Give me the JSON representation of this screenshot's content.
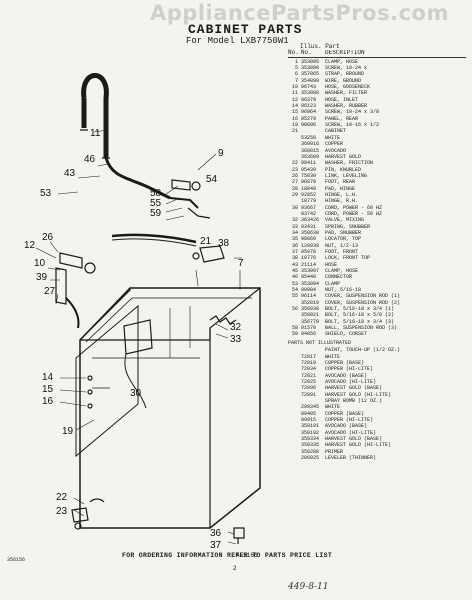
{
  "watermark": "AppliancePartsPros.com",
  "title": "CABINET PARTS",
  "subtitle": "For Model LXB7750W1",
  "diagram_number": "A-5166",
  "callouts": {
    "c11": "11",
    "c46": "46",
    "c43": "43",
    "c53": "53",
    "c9": "9",
    "c54": "54",
    "c58": "58",
    "c55": "55",
    "c59": "59",
    "c21": "21",
    "c38": "38",
    "c12": "12",
    "c26": "26",
    "c10": "10",
    "c39": "39",
    "c27": "27",
    "c7": "7",
    "c32": "32",
    "c33": "33",
    "c14": "14",
    "c15": "15",
    "c16": "16",
    "c30": "30",
    "c19": "19",
    "c22": "22",
    "c23": "23",
    "c36": "36",
    "c37": "37"
  },
  "table": {
    "header_illus": "Illus.  Part",
    "col_no": "No.",
    "col_part": "No.",
    "col_desc": "DESCRIPTION",
    "rows": [
      {
        "n": "1",
        "p": "353095",
        "d": "CLAMP, HOSE"
      },
      {
        "n": "5",
        "p": "353898",
        "d": "SCREW, 10-24 x"
      },
      {
        "n": "6",
        "p": "357065",
        "d": "STRAP, GROUND"
      },
      {
        "n": "7",
        "p": "354899",
        "d": "WIRE, GROUND"
      },
      {
        "n": "10",
        "p": "96743",
        "d": "HOSE, GOOSENECK"
      },
      {
        "n": "11",
        "p": "353088",
        "d": "WASHER, FILTER"
      },
      {
        "n": "12",
        "p": "96379",
        "d": "HOSE, INLET"
      },
      {
        "n": "14",
        "p": "96123",
        "d": "WASHER, RUBBER"
      },
      {
        "n": "15",
        "p": "96964",
        "d": "SCREW, 10-24 x 3/8"
      },
      {
        "n": "16",
        "p": "95279",
        "d": "PANEL, REAR"
      },
      {
        "n": "19",
        "p": "98606",
        "d": "SCREW, 10-16 x 1/2"
      },
      {
        "n": "21",
        "p": "",
        "d": "CABINET"
      },
      {
        "n": "",
        "p": "53256",
        "d": "WHITE"
      },
      {
        "n": "",
        "p": "360016",
        "d": "COPPER"
      },
      {
        "n": "",
        "p": "360015",
        "d": "AVOCADO"
      },
      {
        "n": "",
        "p": "363609",
        "d": "HARVEST GOLD"
      },
      {
        "n": "22",
        "p": "98411",
        "d": "WASHER, FRICTION"
      },
      {
        "n": "23",
        "p": "95439",
        "d": "PIN, KNURLED"
      },
      {
        "n": "26",
        "p": "75030",
        "d": "LINK, LEVELING"
      },
      {
        "n": "27",
        "p": "96879",
        "d": "FOOT, REAR"
      },
      {
        "n": "28",
        "p": "18849",
        "d": "PAD, HINGE"
      },
      {
        "n": "29",
        "p": "92852",
        "d": "HINGE, L.H."
      },
      {
        "n": "",
        "p": "18779",
        "d": "HINGE, R.H."
      },
      {
        "n": "30",
        "p": "93667",
        "d": "CORD, POWER - 60 HZ"
      },
      {
        "n": "",
        "p": "93742",
        "d": "CORD, POWER - 50 HZ"
      },
      {
        "n": "32",
        "p": "363426",
        "d": "VALVE, MIXING"
      },
      {
        "n": "33",
        "p": "93431",
        "d": "SPRING, SNUBBER"
      },
      {
        "n": "34",
        "p": "358638",
        "d": "PAD, SNUBBER"
      },
      {
        "n": "35",
        "p": "98869",
        "d": "LOCATOR, TOP"
      },
      {
        "n": "36",
        "p": "120039",
        "d": "NUT, 1/2-13"
      },
      {
        "n": "37",
        "p": "95978",
        "d": "FOOT, FRONT"
      },
      {
        "n": "38",
        "p": "18776",
        "d": "LOCK, FRONT TOP"
      },
      {
        "n": "43",
        "p": "21114",
        "d": "HOSE"
      },
      {
        "n": "45",
        "p": "353097",
        "d": "CLAMP, HOSE"
      },
      {
        "n": "46",
        "p": "95440",
        "d": "CONNECTOR"
      },
      {
        "n": "53",
        "p": "353894",
        "d": "CLAMP"
      },
      {
        "n": "54",
        "p": "90984",
        "d": "NUT, 5/16-18"
      },
      {
        "n": "55",
        "p": "96114",
        "d": "COVER, SUSPENSION ROD (1)"
      },
      {
        "n": "",
        "p": "352819",
        "d": "COVER, SUSPENSION ROD (2)"
      },
      {
        "n": "56",
        "p": "356038",
        "d": "BOLT, 5/16-18 x 3/4 (1)"
      },
      {
        "n": "",
        "p": "358021",
        "d": "BOLT, 5/16-18 x 5/8 (2)"
      },
      {
        "n": "",
        "p": "356770",
        "d": "BOLT, 5/16-18 x 3/4 (3)"
      },
      {
        "n": "58",
        "p": "91570",
        "d": "BALL, SUSPENSION ROD (3)"
      },
      {
        "n": "59",
        "p": "94856",
        "d": "SHIELD, CORSET"
      }
    ],
    "notice": "PARTS NOT ILLUSTRATED",
    "extra_rows": [
      {
        "n": "",
        "p": "",
        "d": "PAINT, TOUCH-UP (1/2 OZ.)"
      },
      {
        "n": "",
        "p": "72017",
        "d": "WHITE"
      },
      {
        "n": "",
        "p": "72019",
        "d": "COPPER (BASE)"
      },
      {
        "n": "",
        "p": "72034",
        "d": "COPPER (HI-LITE)"
      },
      {
        "n": "",
        "p": "72021",
        "d": "AVOCADO (BASE)"
      },
      {
        "n": "",
        "p": "72025",
        "d": "AVOCADO (HI-LITE)"
      },
      {
        "n": "",
        "p": "72096",
        "d": "HARVEST GOLD (BASE)"
      },
      {
        "n": "",
        "p": "72091",
        "d": "HARVEST GOLD (HI-LITE)"
      },
      {
        "n": "",
        "p": "",
        "d": "SPRAY BOMB (12 OZ.)"
      },
      {
        "n": "",
        "p": "299345",
        "d": "WHITE"
      },
      {
        "n": "",
        "p": "89405",
        "d": "COPPER (BASE)"
      },
      {
        "n": "",
        "p": "89915",
        "d": "COPPER (HI-LITE)"
      },
      {
        "n": "",
        "p": "350191",
        "d": "AVOCADO (BASE)"
      },
      {
        "n": "",
        "p": "350192",
        "d": "AVOCADO (HI-LITE)"
      },
      {
        "n": "",
        "p": "350334",
        "d": "HARVEST GOLD (BASE)"
      },
      {
        "n": "",
        "p": "350335",
        "d": "HARVEST GOLD (HI-LITE)"
      },
      {
        "n": "",
        "p": "350288",
        "d": "PRIMER"
      },
      {
        "n": "",
        "p": "206925",
        "d": "LEVELER (THINNER)"
      }
    ]
  },
  "footer_text": "FOR ORDERING INFORMATION REFER TO PARTS PRICE LIST",
  "page_number": "2",
  "doc_code": "356156",
  "handwritten_note": "449-8-11"
}
